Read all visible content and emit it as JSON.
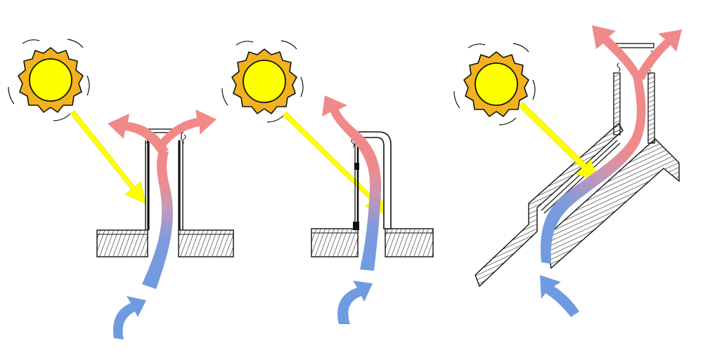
{
  "colors": {
    "background": "#ffffff",
    "sun_fill": "#ffff00",
    "sun_ray": "#f2b21d",
    "sunlight_arrow": "#ffff00",
    "warm_air": "#f08a8a",
    "cool_air": "#6f9be0",
    "ink": "#111111"
  },
  "panels": [
    {
      "id": "panel-1",
      "variant": "vertical-stack-with-cap"
    },
    {
      "id": "panel-2",
      "variant": "vertical-stack-with-hood"
    },
    {
      "id": "panel-3",
      "variant": "inclined-roof-duct"
    }
  ],
  "icons": [
    "sun-icon",
    "sunlight-arrow",
    "warm-air-arrow",
    "cool-air-arrow"
  ]
}
